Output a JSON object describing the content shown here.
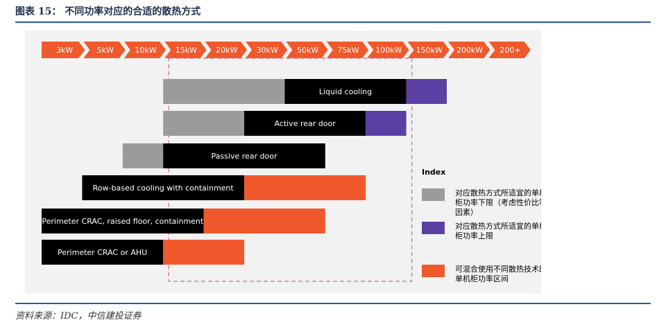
{
  "figure": {
    "title": "图表 15：   不同功率对应的合适的散热方式",
    "source": "资料来源：IDC，中信建投证券"
  },
  "chart_data": {
    "type": "bar",
    "subtype": "floating-range",
    "scale_labels": [
      "3kW",
      "5kW",
      "10kW",
      "15kW",
      "20kW",
      "30kW",
      "50kW",
      "75kW",
      "100kW",
      "150kW",
      "200kW",
      "200+"
    ],
    "highlight_range": [
      "15kW",
      "150kW"
    ],
    "colors": {
      "arrow": "#f0592b",
      "lower": "#9b9b9b",
      "core": "#000000",
      "upper": "#5b3fa3",
      "mixed": "#f0592b",
      "highlight_border": "#d9667a"
    },
    "series": [
      {
        "name": "对应散热方式所适宜的单机柜功率下限（考虑性价比等因素）",
        "key": "lower"
      },
      {
        "name": "对应散热方式所适宜的单机柜功率上限",
        "key": "upper"
      },
      {
        "name": "可混合使用不同散热技术的单机柜功率区间",
        "key": "mixed"
      }
    ],
    "rows": [
      {
        "label": "Liquid cooling",
        "lower": [
          "15kW",
          "50kW"
        ],
        "core": [
          "50kW",
          "150kW"
        ],
        "upper": [
          "150kW",
          "200kW"
        ]
      },
      {
        "label": "Active rear door",
        "lower": [
          "15kW",
          "30kW"
        ],
        "core": [
          "30kW",
          "100kW"
        ],
        "upper": [
          "100kW",
          "150kW"
        ]
      },
      {
        "label": "Passive rear door",
        "lower": [
          "10kW",
          "15kW"
        ],
        "core": [
          "15kW",
          "75kW"
        ]
      },
      {
        "label": "Row-based cooling with containment",
        "core": [
          "5kW",
          "30kW"
        ],
        "mixed": [
          "30kW",
          "100kW"
        ]
      },
      {
        "label": "Perimeter CRAC, raised floor, containment",
        "core": [
          "3kW",
          "20kW"
        ],
        "mixed": [
          "20kW",
          "75kW"
        ]
      },
      {
        "label": "Perimeter CRAC or AHU",
        "core": [
          "3kW",
          "15kW"
        ],
        "mixed": [
          "15kW",
          "30kW"
        ]
      }
    ],
    "legend": {
      "title": "Index",
      "position": "right"
    }
  }
}
